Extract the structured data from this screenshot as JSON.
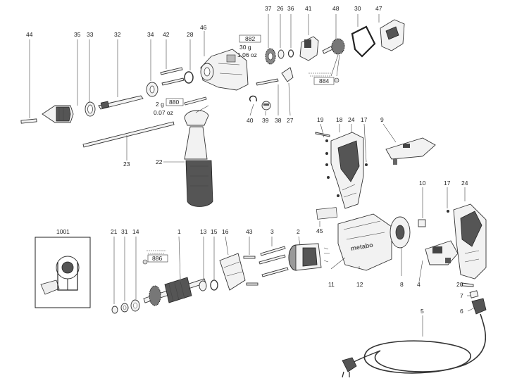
{
  "diagram": {
    "callouts": [
      {
        "id": "c44",
        "label": "44"
      },
      {
        "id": "c35",
        "label": "35"
      },
      {
        "id": "c33",
        "label": "33"
      },
      {
        "id": "c32",
        "label": "32"
      },
      {
        "id": "c34",
        "label": "34"
      },
      {
        "id": "c42",
        "label": "42"
      },
      {
        "id": "c28",
        "label": "28"
      },
      {
        "id": "c46",
        "label": "46"
      },
      {
        "id": "c37",
        "label": "37"
      },
      {
        "id": "c26",
        "label": "26"
      },
      {
        "id": "c36",
        "label": "36"
      },
      {
        "id": "c41",
        "label": "41"
      },
      {
        "id": "c48",
        "label": "48"
      },
      {
        "id": "c30",
        "label": "30"
      },
      {
        "id": "c47",
        "label": "47"
      },
      {
        "id": "c40",
        "label": "40"
      },
      {
        "id": "c39",
        "label": "39"
      },
      {
        "id": "c38",
        "label": "38"
      },
      {
        "id": "c27",
        "label": "27"
      },
      {
        "id": "c23",
        "label": "23"
      },
      {
        "id": "c22",
        "label": "22"
      },
      {
        "id": "c19",
        "label": "19"
      },
      {
        "id": "c18",
        "label": "18"
      },
      {
        "id": "c24a",
        "label": "24"
      },
      {
        "id": "c17a",
        "label": "17"
      },
      {
        "id": "c9",
        "label": "9"
      },
      {
        "id": "c10",
        "label": "10"
      },
      {
        "id": "c17b",
        "label": "17"
      },
      {
        "id": "c24b",
        "label": "24"
      },
      {
        "id": "c1001",
        "label": "1001"
      },
      {
        "id": "c21",
        "label": "21"
      },
      {
        "id": "c31",
        "label": "31"
      },
      {
        "id": "c14",
        "label": "14"
      },
      {
        "id": "c1",
        "label": "1"
      },
      {
        "id": "c13",
        "label": "13"
      },
      {
        "id": "c15",
        "label": "15"
      },
      {
        "id": "c16",
        "label": "16"
      },
      {
        "id": "c43",
        "label": "43"
      },
      {
        "id": "c3",
        "label": "3"
      },
      {
        "id": "c2",
        "label": "2"
      },
      {
        "id": "c45",
        "label": "45"
      },
      {
        "id": "c11",
        "label": "11"
      },
      {
        "id": "c12",
        "label": "12"
      },
      {
        "id": "c8",
        "label": "8"
      },
      {
        "id": "c4",
        "label": "4"
      },
      {
        "id": "c20",
        "label": "20"
      },
      {
        "id": "c7",
        "label": "7"
      },
      {
        "id": "c5",
        "label": "5"
      },
      {
        "id": "c6",
        "label": "6"
      }
    ],
    "notes": {
      "grease_882_amount": "30 g",
      "grease_882_oz": "1.06 oz",
      "grease_882_code": "882",
      "grease_880_amount": "2 g",
      "grease_880_oz": "0.07 oz",
      "grease_880_code": "880",
      "grease_884_code": "884",
      "grease_886_code": "886"
    },
    "brand_text": "metabo"
  }
}
